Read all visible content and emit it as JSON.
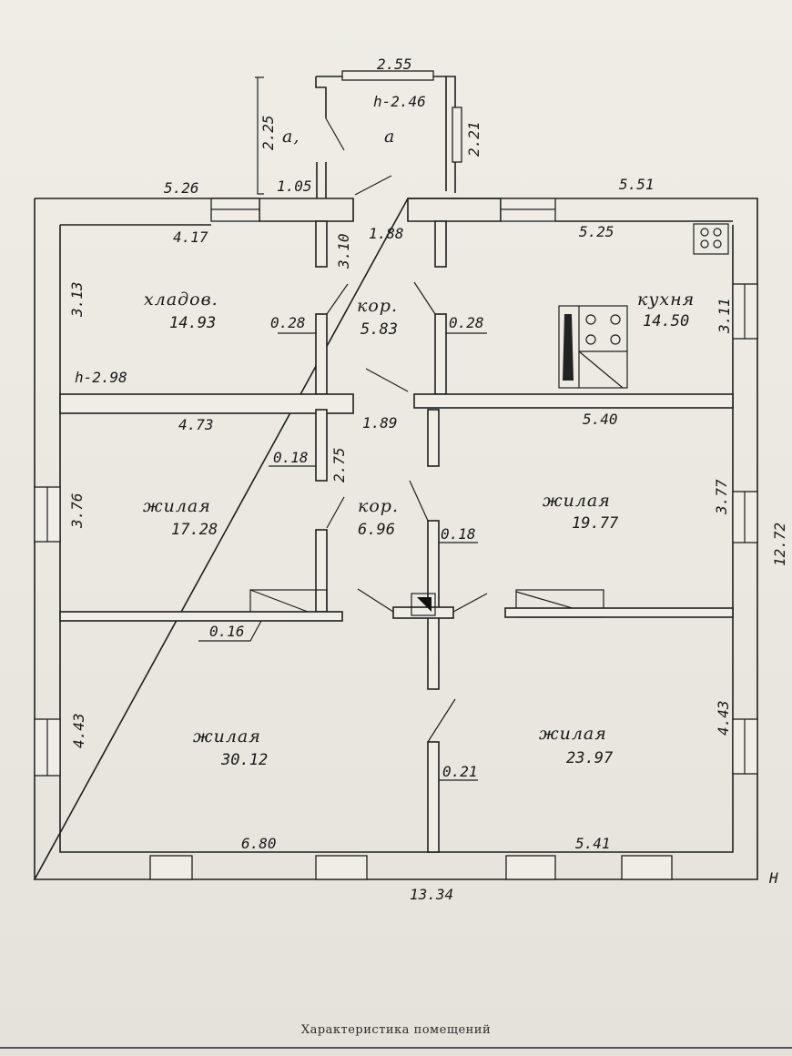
{
  "caption": "Характеристика помещений",
  "rooms": [
    {
      "name": "хладов.",
      "area": "14.93"
    },
    {
      "name": "кор.",
      "area": "5.83"
    },
    {
      "name": "кухня",
      "area": "14.50"
    },
    {
      "name": "жилая",
      "area": "17.28"
    },
    {
      "name": "кор.",
      "area": "6.96"
    },
    {
      "name": "жилая",
      "area": "19.77"
    },
    {
      "name": "жилая",
      "area": "30.12"
    },
    {
      "name": "жилая",
      "area": "23.97"
    },
    {
      "name": "a",
      "area": ""
    },
    {
      "name": "a,",
      "area": ""
    }
  ],
  "dimensions": {
    "porch_width": "2.55",
    "porch_height": "h-2.46",
    "porch_side": "2.21",
    "veranda_side": "2.25",
    "top_left": "5.26",
    "porch_link": "1.05",
    "top_right": "5.51",
    "storage_width": "4.17",
    "corridor_depth": "3.10",
    "corridor_width_1": "1.88",
    "kitchen_width": "5.25",
    "storage_depth": "3.13",
    "wall_028_left": "0.28",
    "wall_028_right": "0.28",
    "kitchen_depth": "3.11",
    "ceiling_height": "h-2.98",
    "room_w_473": "4.73",
    "corridor_width_2": "1.89",
    "room_w_540": "5.40",
    "wall_018_left": "0.18",
    "corridor_len_2": "2.75",
    "room_d_376": "3.76",
    "room_d_377": "3.77",
    "wall_018_right": "0.18",
    "total_depth": "12.72",
    "wall_016": "0.16",
    "room_d_443_left": "4.43",
    "room_d_443_right": "4.43",
    "wall_021": "0.21",
    "bottom_left": "6.80",
    "bottom_right": "5.41",
    "total_width": "13.34",
    "north_marker": "H"
  }
}
